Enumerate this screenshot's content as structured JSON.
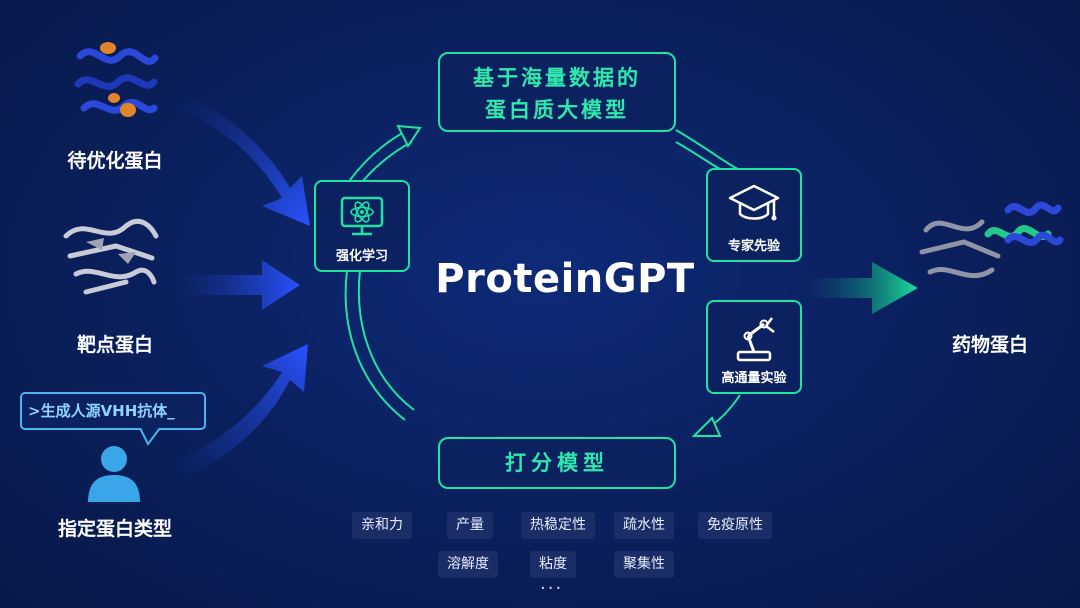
{
  "center_title": "ProteinGPT",
  "top_box": {
    "line1": "基于海量数据的",
    "line2": "蛋白质大模型"
  },
  "bottom_box": "打分模型",
  "nodes": {
    "reinforcement": "强化学习",
    "expert": "专家先验",
    "high_throughput": "高通量实验"
  },
  "inputs": {
    "optimize": "待优化蛋白",
    "target": "靶点蛋白",
    "specify": "指定蛋白类型",
    "prompt": ">生成人源VHH抗体_"
  },
  "output": "药物蛋白",
  "tags_row1": [
    "亲和力",
    "产量",
    "热稳定性",
    "疏水性",
    "免疫原性"
  ],
  "tags_row2": [
    "溶解度",
    "粘度",
    "聚集性"
  ],
  "ellipsis": "···",
  "colors": {
    "accent": "#1fe3a2",
    "blue_arrow": "#2a52ff",
    "green_arrow": "#19e09a",
    "background": "#0a1f5c"
  },
  "icons": [
    "protein-helix-icon",
    "protein-sheet-icon",
    "user-icon",
    "monitor-atom-icon",
    "graduation-cap-icon",
    "robot-arm-icon",
    "drug-protein-icon"
  ]
}
